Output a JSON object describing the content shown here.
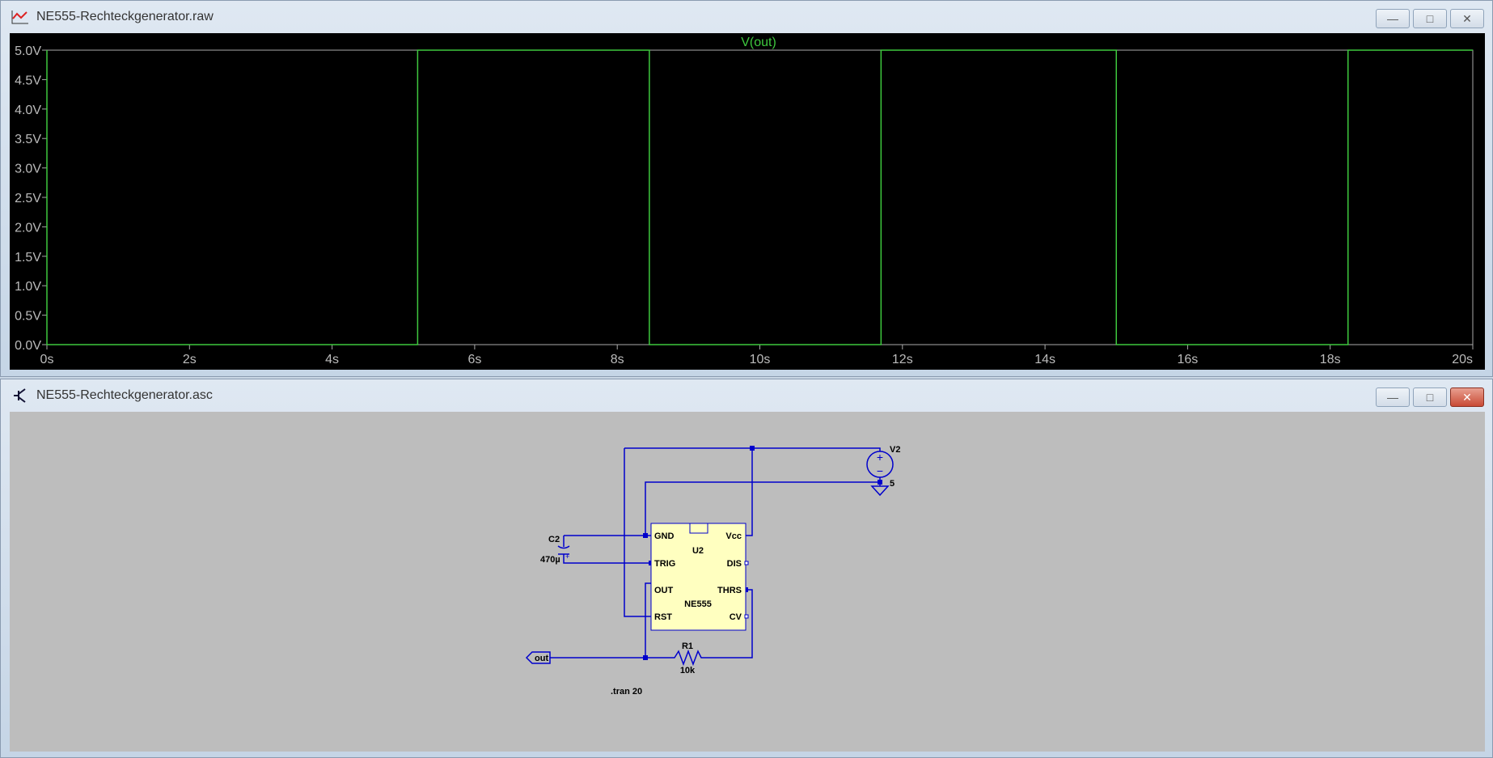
{
  "plot_window": {
    "title": "NE555-Rechteckgenerator.raw",
    "minimize": "—",
    "maximize": "□",
    "close": "✕"
  },
  "schematic_window": {
    "title": "NE555-Rechteckgenerator.asc",
    "minimize": "—",
    "maximize": "□",
    "close": "✕"
  },
  "chart_data": {
    "type": "line",
    "title": "V(out)",
    "xlabel": "",
    "ylabel": "",
    "xlim": [
      0,
      20
    ],
    "ylim": [
      0,
      5
    ],
    "x_ticks": [
      "0s",
      "2s",
      "4s",
      "6s",
      "8s",
      "10s",
      "12s",
      "14s",
      "16s",
      "18s",
      "20s"
    ],
    "y_ticks": [
      "0.0V",
      "0.5V",
      "1.0V",
      "1.5V",
      "2.0V",
      "2.5V",
      "3.0V",
      "3.5V",
      "4.0V",
      "4.5V",
      "5.0V"
    ],
    "series": [
      {
        "name": "V(out)",
        "color": "#3ec83e",
        "x": [
          0,
          0,
          0,
          5.2,
          5.2,
          8.45,
          8.45,
          11.7,
          11.7,
          15.0,
          15.0,
          18.25,
          18.25,
          20
        ],
        "y": [
          0,
          5,
          0,
          0,
          5,
          5,
          0,
          0,
          5,
          5,
          0,
          0,
          5,
          5
        ]
      }
    ]
  },
  "schematic": {
    "ic": {
      "name": "U2",
      "model": "NE555",
      "pins": [
        "GND",
        "TRIG",
        "OUT",
        "RST",
        "Vcc",
        "DIS",
        "THRS",
        "CV"
      ]
    },
    "c2": {
      "name": "C2",
      "value": "470µ",
      "plus": "+"
    },
    "r1": {
      "name": "R1",
      "value": "10k"
    },
    "v2": {
      "name": "V2",
      "value": "5"
    },
    "net_label": "out",
    "directive": ".tran 20",
    "wire_color": "#0000cc"
  }
}
